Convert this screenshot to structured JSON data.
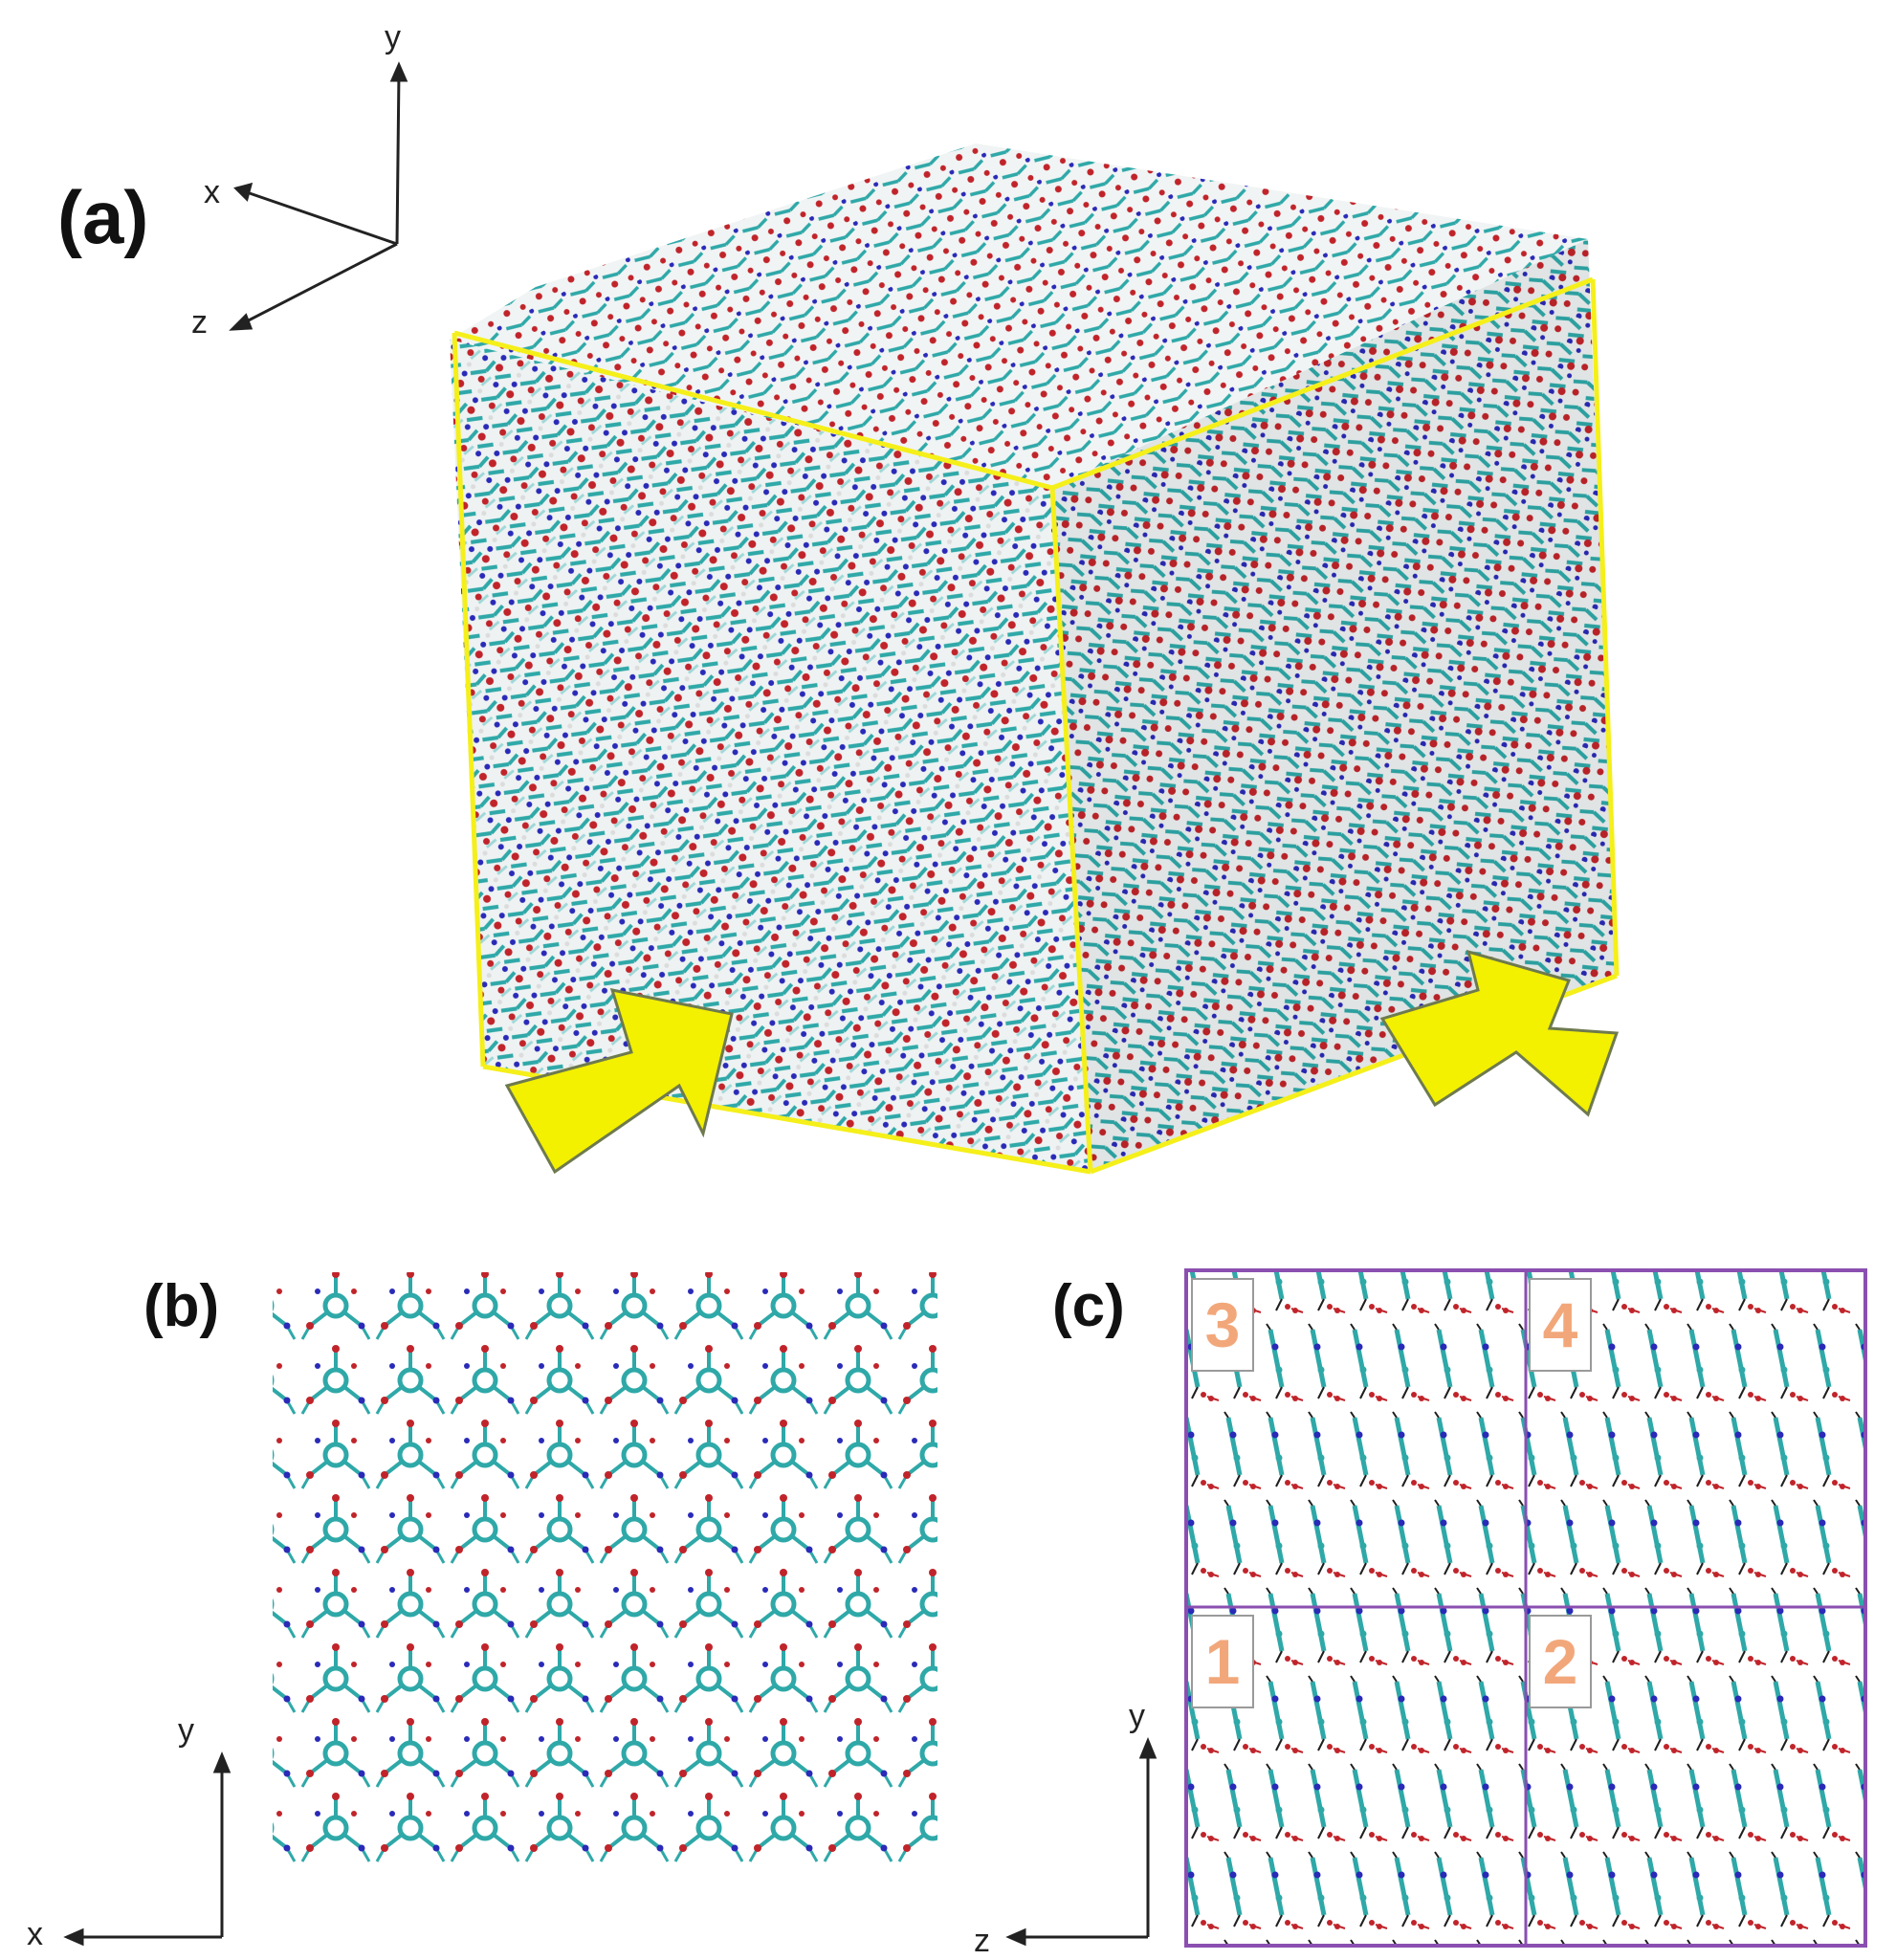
{
  "panels": {
    "a": {
      "label": "(a)",
      "axes": {
        "x": "x",
        "y": "y",
        "z": "z"
      }
    },
    "b": {
      "label": "(b)",
      "axes": {
        "x": "x",
        "y": "y"
      }
    },
    "c": {
      "label": "(c)",
      "axes": {
        "z": "z",
        "y": "y"
      },
      "quadrants": [
        "3",
        "4",
        "1",
        "2"
      ]
    }
  },
  "colors": {
    "box_outline": "#f5ef1a",
    "arrow_fill": "#f3f000",
    "carbon": "#2fa8a8",
    "oxygen": "#c0242a",
    "nitrogen": "#2a2ab8",
    "hydrogen": "#e6e6e6",
    "grid_border": "#8a4fb0",
    "quadrant_number": "#f2a77a"
  }
}
